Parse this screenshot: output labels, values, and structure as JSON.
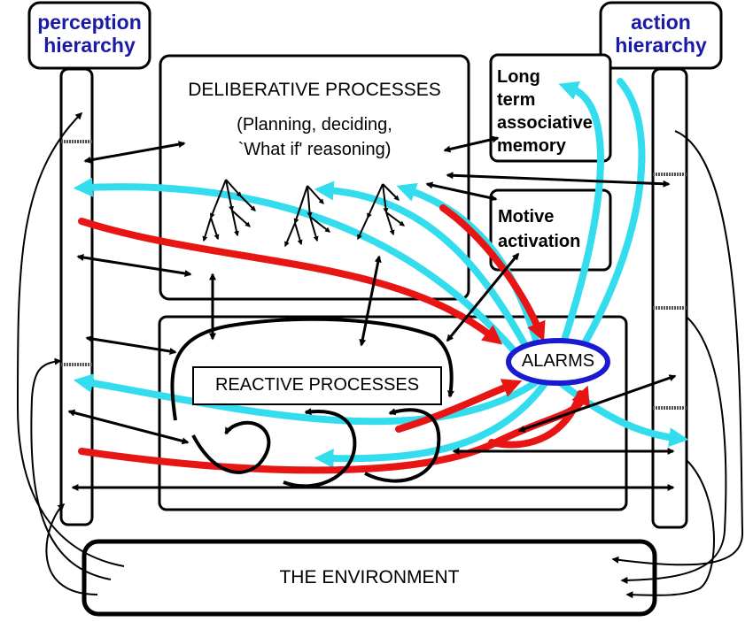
{
  "perception": {
    "line1": "perception",
    "line2": "hierarchy"
  },
  "action": {
    "line1": "action",
    "line2": "hierarchy"
  },
  "deliberative": {
    "title": "DELIBERATIVE PROCESSES",
    "sub1": "(Planning, deciding,",
    "sub2": "`What if' reasoning)"
  },
  "memory": {
    "lines": [
      "Long",
      "term",
      "associative",
      "memory"
    ]
  },
  "motive": {
    "line1": "Motive",
    "line2": "activation"
  },
  "reactive": {
    "title": "REACTIVE PROCESSES"
  },
  "alarms": {
    "label": "ALARMS"
  },
  "environment": {
    "label": "THE ENVIRONMENT"
  },
  "colors": {
    "cyan": "#33ddee",
    "red": "#e81515",
    "blue_text": "#1a1aa8",
    "alarm_ring": "#1a1ad0"
  }
}
